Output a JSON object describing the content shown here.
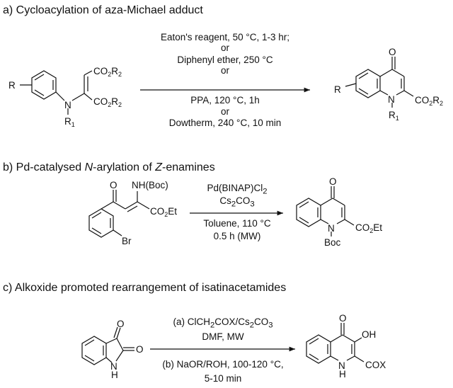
{
  "section_a": {
    "heading": "a) Cycloacylation of aza-Michael adduct",
    "conditions": [
      "Eaton's reagent, 50 °C, 1-3 hr;",
      "or",
      "Diphenyl ether, 250 °C",
      "or",
      "PPA, 120 °C, 1h",
      "or",
      "Dowtherm, 240 °C, 10 min"
    ],
    "sm_labels": {
      "r": "R",
      "n": "N",
      "r1": "R",
      "r1_sub": "1",
      "co2r2_top": "CO",
      "co2r2_bottom": "CO",
      "sub2": "2",
      "rsub": "R",
      "rsub_sub": "2"
    },
    "product_labels": {
      "o": "O",
      "r": "R",
      "n": "N",
      "r1": "R",
      "r1_sub": "1",
      "co2r2": "CO",
      "sub2": "2",
      "rsub": "R",
      "rsub_sub": "2"
    }
  },
  "section_b": {
    "heading": "b) Pd-catalysed N-arylation of Z-enamines",
    "heading_parts": [
      "b) Pd-catalysed ",
      "N",
      "-arylation of ",
      "Z",
      "-enamines"
    ],
    "conditions_above": [
      "Pd(BINAP)Cl",
      "2",
      "Cs",
      "2",
      "CO",
      "3"
    ],
    "conditions_below": [
      "Toluene, 110 °C",
      "0.5 h (MW)"
    ],
    "sm_labels": {
      "o": "O",
      "nh": "NH(Boc)",
      "co2et": "CO",
      "sub2": "2",
      "et": "Et",
      "br": "Br"
    },
    "product_labels": {
      "o": "O",
      "n": "N",
      "boc": "Boc",
      "co2et": "CO",
      "sub2": "2",
      "et": "Et"
    }
  },
  "section_c": {
    "heading": "c) Alkoxide promoted rearrangement of isatinacetamides",
    "conditions_above": [
      "(a) ClCH",
      "2",
      "COX/Cs",
      "2",
      "CO",
      "3",
      "DMF, MW"
    ],
    "conditions_below": [
      "(b) NaOR/ROH, 100-120 °C,",
      "5-10 min"
    ],
    "sm_labels": {
      "o1": "O",
      "o2": "O",
      "nh": "N",
      "h": "H"
    },
    "product_labels": {
      "o": "O",
      "oh": "OH",
      "n": "N",
      "h": "H",
      "cox": "COX"
    }
  }
}
